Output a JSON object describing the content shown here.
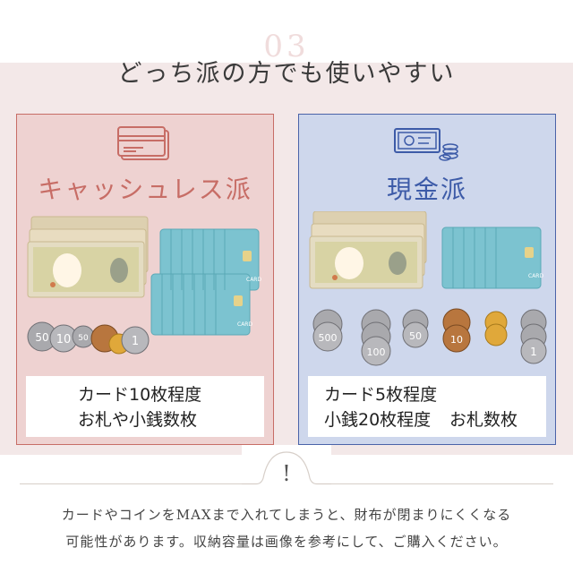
{
  "section_number": "03",
  "heading": "どっち派の方でも使いやすい",
  "panels": {
    "cashless": {
      "title": "キャッシュレス派",
      "icon": "credit-card-icon",
      "caption": [
        "カード10枚程度",
        "お札や小銭数枚"
      ],
      "coins": [
        "50",
        "10",
        "50",
        "",
        "",
        "1"
      ],
      "card_label": "CARD"
    },
    "cash": {
      "title": "現金派",
      "icon": "banknote-coins-icon",
      "caption": [
        "カード5枚程度",
        "小銭20枚程度",
        "お札数枚"
      ],
      "coins": [
        "500",
        "100",
        "50",
        "10",
        "",
        "1"
      ],
      "card_label": "CARD"
    }
  },
  "notice": {
    "mark": "!",
    "lines": [
      "カードやコインをMAXまで入れてしまうと、財布が閉まりにくくなる",
      "可能性があります。収納容量は画像を参考にして、ご購入ください。"
    ]
  },
  "colors": {
    "cashless_accent": "#c76d66",
    "cash_accent": "#3d5ba8",
    "card_color": "#7cc3d0",
    "bill_color": "#e8dcc0"
  }
}
